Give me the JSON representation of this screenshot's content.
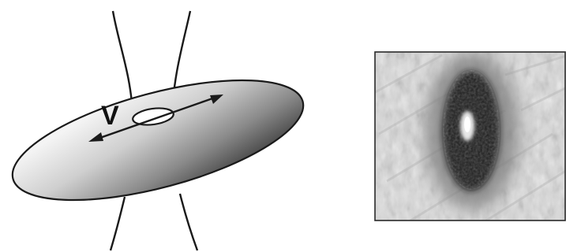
{
  "diagram": {
    "velocity_label": "V",
    "left_panel": {
      "shape": "disk-with-central-hole",
      "field_lines": 4,
      "arrow": "double-headed"
    },
    "right_panel": {
      "type": "grayscale-photo",
      "frame": true
    }
  }
}
